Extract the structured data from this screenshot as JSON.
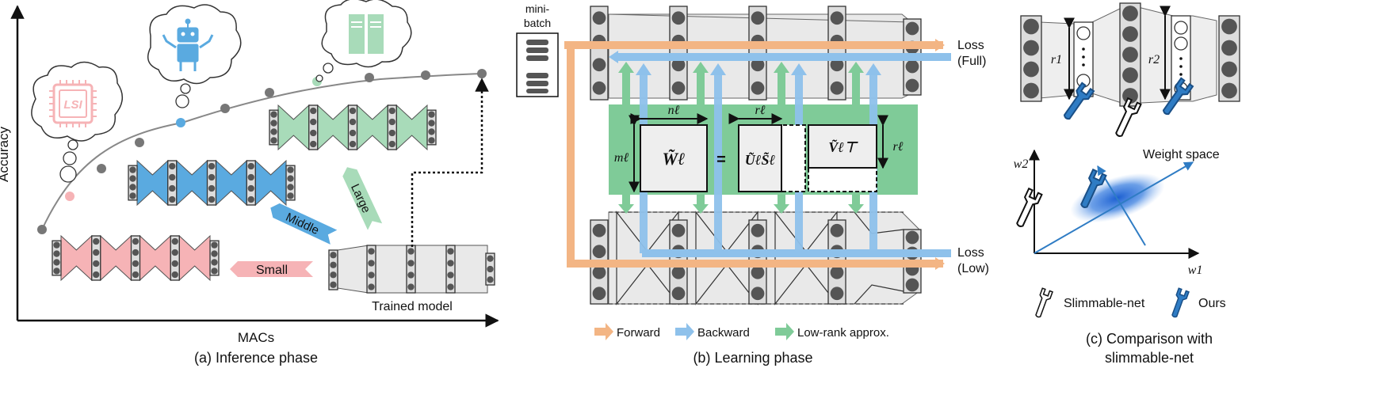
{
  "panel_a": {
    "caption": "(a) Inference phase",
    "y_axis": "Accuracy",
    "x_axis": "MACs",
    "chip_label": "LSI",
    "arrows": [
      "Small",
      "Middle",
      "Large"
    ],
    "trained_model": "Trained model",
    "colors": {
      "small": "#f6b3b6",
      "middle": "#5aaae0",
      "large": "#a8dbb9",
      "trained": "#e9e9e9",
      "curve": "#777777"
    }
  },
  "panel_b": {
    "caption": "(b) Learning phase",
    "minibatch": [
      "mini-",
      "batch"
    ],
    "loss_full": [
      "Loss",
      "(Full)"
    ],
    "loss_low": [
      "Loss",
      "(Low)"
    ],
    "eq_w": "W̃ℓ",
    "eq_equals": "=",
    "eq_us": "ŨℓS̃ℓ",
    "eq_v": "Ṽℓ⊤",
    "dim_n": "nℓ",
    "dim_m": "mℓ",
    "dim_r_top": "rℓ",
    "dim_r_side": "rℓ",
    "legend": [
      "Forward",
      "Backward",
      "Low-rank approx."
    ],
    "colors": {
      "forward": "#f3b584",
      "backward": "#8ec1eb",
      "lowrank": "#7fcb98",
      "box": "#7fcb98"
    }
  },
  "panel_c": {
    "caption": [
      "(c) Comparison with",
      "slimmable-net"
    ],
    "r1": "r1",
    "r2": "r2",
    "w2": "w2",
    "w1": "w1",
    "weight_space": "Weight space",
    "legend": [
      "Slimmable-net",
      "Ours"
    ],
    "colors": {
      "ours": "#2f7cc4",
      "cloud": "#1c5fd1"
    }
  }
}
